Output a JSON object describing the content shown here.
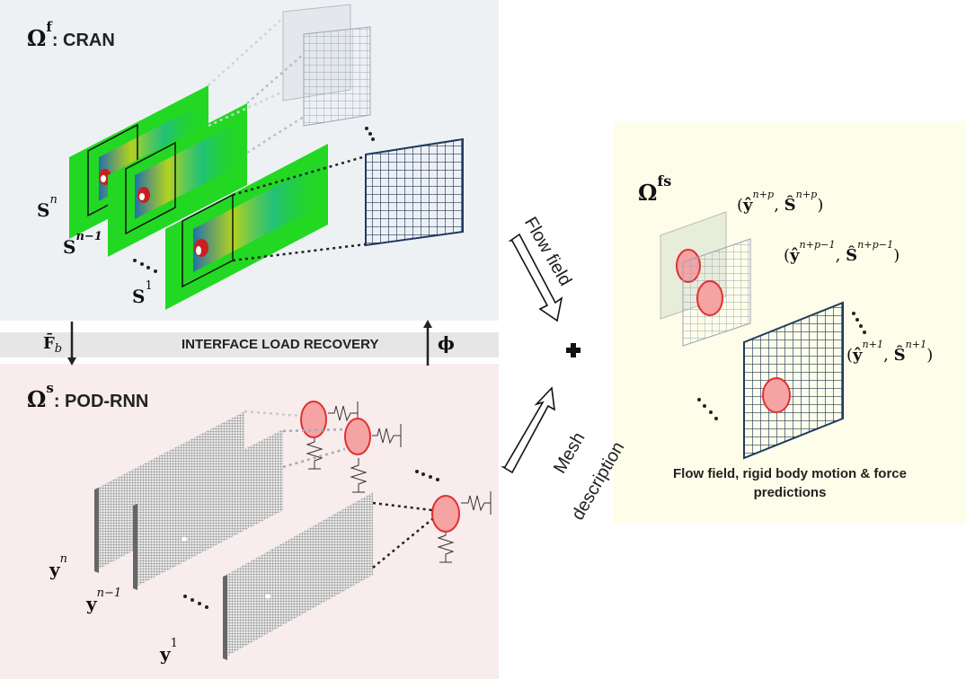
{
  "panels": {
    "fluid": {
      "title_symbol": "Ω",
      "title_sup": "f",
      "title_rest": ": CRAN"
    },
    "solid": {
      "title_symbol": "Ω",
      "title_sup": "s",
      "title_rest": ": POD-RNN"
    },
    "coupled": {
      "title_symbol": "Ω",
      "title_sup": "fs"
    }
  },
  "interface_bar": {
    "label": "INTERFACE LOAD RECOVERY",
    "left_symbol": "F̄",
    "left_sub": "b",
    "right_symbol": "ϕ"
  },
  "snapshots": {
    "s_n": {
      "base": "S",
      "sup": "n"
    },
    "s_n1": {
      "base": "S",
      "sup": "n−1"
    },
    "s_1": {
      "base": "S",
      "sup": "1"
    },
    "y_n": {
      "base": "y",
      "sup": "n"
    },
    "y_n1": {
      "base": "y",
      "sup": "n−1"
    },
    "y_1": {
      "base": "y",
      "sup": "1"
    }
  },
  "predictions": {
    "p1": {
      "y_sup": "n+p",
      "s_sup": "n+p"
    },
    "p2": {
      "y_sup": "n+p−1",
      "s_sup": "n+p−1"
    },
    "p3": {
      "y_sup": "n+1",
      "s_sup": "n+1"
    }
  },
  "arrows": {
    "flow_field": "Flow field",
    "mesh_line1": "Mesh",
    "mesh_line2": "description"
  },
  "caption": {
    "line1": "Flow field, rigid body motion & force",
    "line2": "predictions"
  },
  "colors": {
    "fluid_bg": "#eef1f4",
    "solid_bg": "#f8ecec",
    "coupled_bg": "#fdfde9",
    "bar_bg": "#e6e6e6",
    "field_green": "#22d822",
    "grid_navy": "#1f3a5f",
    "body_red": "#e03030",
    "body_fill": "#f5a3a3"
  }
}
